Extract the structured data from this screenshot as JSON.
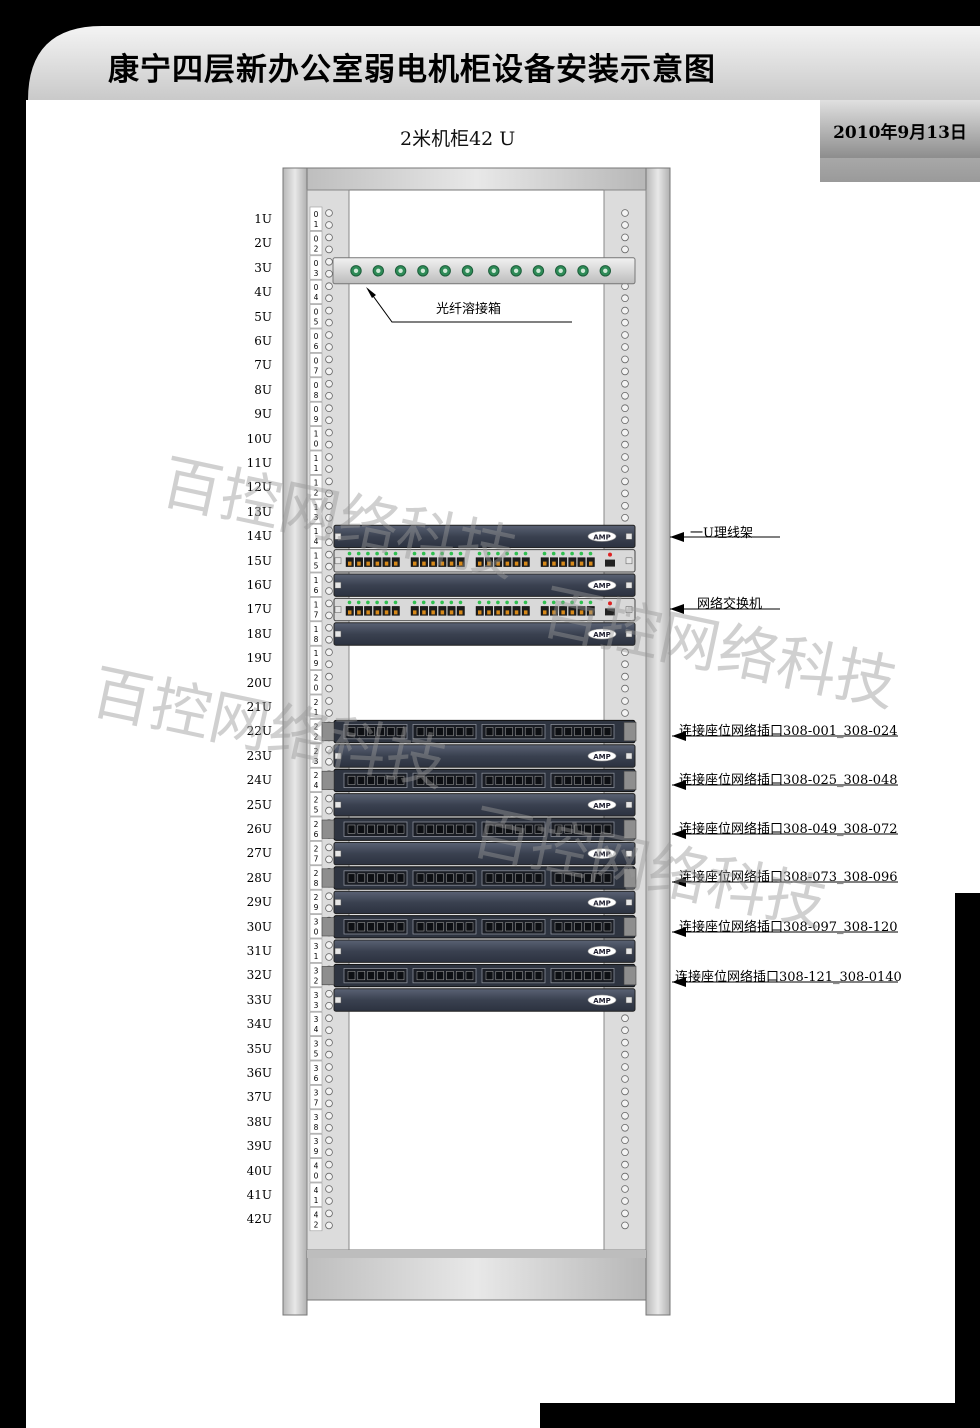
{
  "header": {
    "title": "康宁四层新办公室弱电机柜设备安装示意图",
    "date": "2010年9月13日"
  },
  "rack": {
    "caption": "2米机柜42 U",
    "units": [
      "1U",
      "2U",
      "3U",
      "4U",
      "5U",
      "6U",
      "7U",
      "8U",
      "9U",
      "10U",
      "11U",
      "12U",
      "13U",
      "14U",
      "15U",
      "16U",
      "17U",
      "18U",
      "19U",
      "20U",
      "21U",
      "22U",
      "23U",
      "24U",
      "25U",
      "26U",
      "27U",
      "28U",
      "29U",
      "30U",
      "31U",
      "32U",
      "33U",
      "34U",
      "35U",
      "36U",
      "37U",
      "38U",
      "39U",
      "40U",
      "41U",
      "42U"
    ],
    "strip_numbers": [
      "01",
      "02",
      "03",
      "04",
      "05",
      "06",
      "07",
      "08",
      "09",
      "10",
      "11",
      "12",
      "13",
      "14",
      "15",
      "16",
      "17",
      "18",
      "19",
      "20",
      "21",
      "22",
      "23",
      "24",
      "25",
      "26",
      "27",
      "28",
      "29",
      "30",
      "31",
      "32",
      "33",
      "34",
      "35",
      "36",
      "37",
      "38",
      "39",
      "40",
      "41",
      "42"
    ]
  },
  "callouts": {
    "fiber_box": "光纤溶接箱",
    "cable_manager": "一U理线架",
    "switch": "网络交换机",
    "patch": [
      "连接座位网络插口308-001_308-024",
      "连接座位网络插口308-025_308-048",
      "连接座位网络插口308-049_308-072",
      "连接座位网络插口308-073_308-096",
      "连接座位网络插口308-097_308-120",
      "连接座位网络插口308-121_308-0140"
    ]
  },
  "brand": "AMP",
  "watermarks": [
    "百控网络科技",
    "百控网络科技",
    "百控网络科技",
    "百控网络科技"
  ],
  "colors": {
    "panel": "#3c4454",
    "rail": "#cfcfcf",
    "fiber_port": "#2e8b57"
  }
}
